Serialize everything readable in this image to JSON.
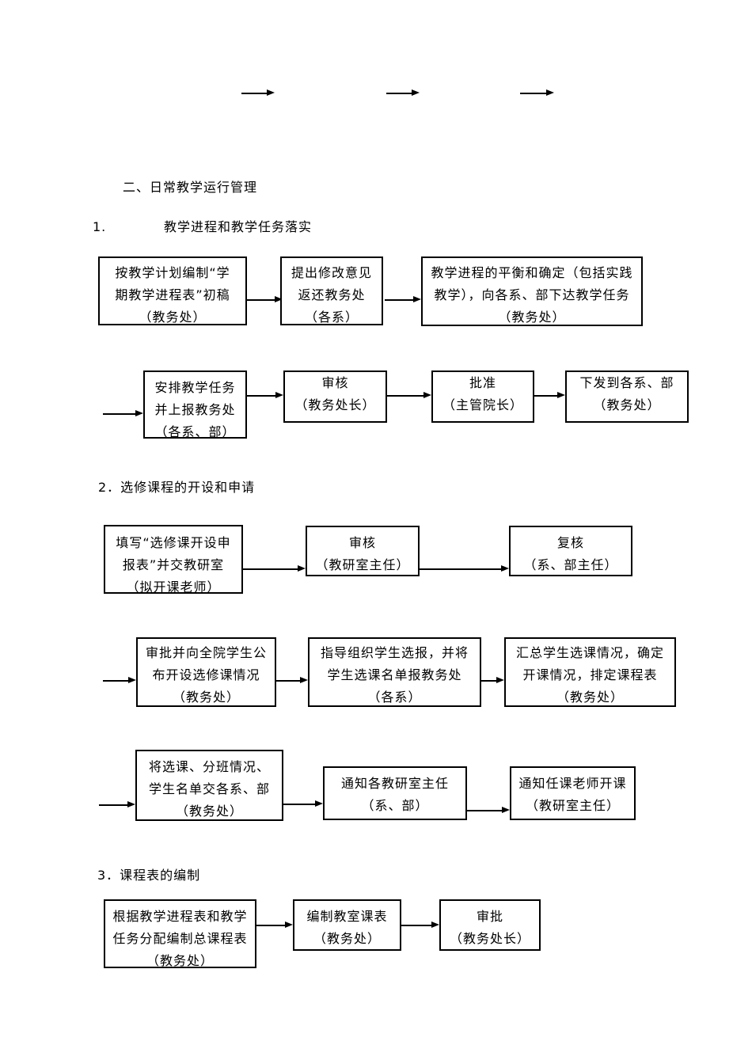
{
  "colors": {
    "ink": "#000000",
    "paper": "#ffffff"
  },
  "headings": {
    "main": "二、日常教学运行管理",
    "item1_num": "1.",
    "item1_title": "教学进程和教学任务落实",
    "item2": "2．选修课程的开设和申请",
    "item3": "3．课程表的编制"
  },
  "boxes": {
    "s1r1b1": {
      "l1": "按教学计划编制“学",
      "l2": "期教学进程表”初稿",
      "cap": "（教务处）"
    },
    "s1r1b2": {
      "l1": "提出修改意见",
      "l2": "返还教务处",
      "cap": "（各系）"
    },
    "s1r1b3": {
      "l1": "教学进程的平衡和确定（包括实践",
      "l2": "教学），向各系、部下达教学任务",
      "cap": "（教务处）"
    },
    "s1r2b1": {
      "l1": "安排教学任务",
      "l2": "并上报教务处",
      "cap": "（各系、部）"
    },
    "s1r2b2": {
      "l1": "审核",
      "cap": "（教务处长）"
    },
    "s1r2b3": {
      "l1": "批准",
      "cap": "（主管院长）"
    },
    "s1r2b4": {
      "l1": "下发到各系、部",
      "cap": "（教务处）"
    },
    "s2r1b1": {
      "l1": "填写“选修课开设申",
      "l2": "报表”并交教研室",
      "cap": "（拟开课老师）"
    },
    "s2r1b2": {
      "l1": "审核",
      "cap": "（教研室主任）"
    },
    "s2r1b3": {
      "l1": "复核",
      "cap": "（系、部主任）"
    },
    "s2r2b1": {
      "l1": "审批并向全院学生公",
      "l2": "布开设选修课情况",
      "cap": "（教务处）"
    },
    "s2r2b2": {
      "l1": "指导组织学生选报，并将",
      "l2": "学生选课名单报教务处",
      "cap": "（各系）"
    },
    "s2r2b3": {
      "l1": "汇总学生选课情况，确定",
      "l2": "开课情况，排定课程表",
      "cap": "（教务处）"
    },
    "s2r3b1": {
      "l1": "将选课、分班情况、",
      "l2": "学生名单交各系、部",
      "cap": "（教务处）"
    },
    "s2r3b2": {
      "l1": "通知各教研室主任",
      "cap": "（系、部）"
    },
    "s2r3b3": {
      "l1": "通知任课老师开课",
      "cap": "（教研室主任）"
    },
    "s3b1": {
      "l1": "根据教学进程表和教学",
      "l2": "任务分配编制总课程表",
      "cap": "（教务处）"
    },
    "s3b2": {
      "l1": "编制教室课表",
      "cap": "（教务处）"
    },
    "s3b3": {
      "l1": "审批",
      "cap": "（教务处长）"
    }
  }
}
